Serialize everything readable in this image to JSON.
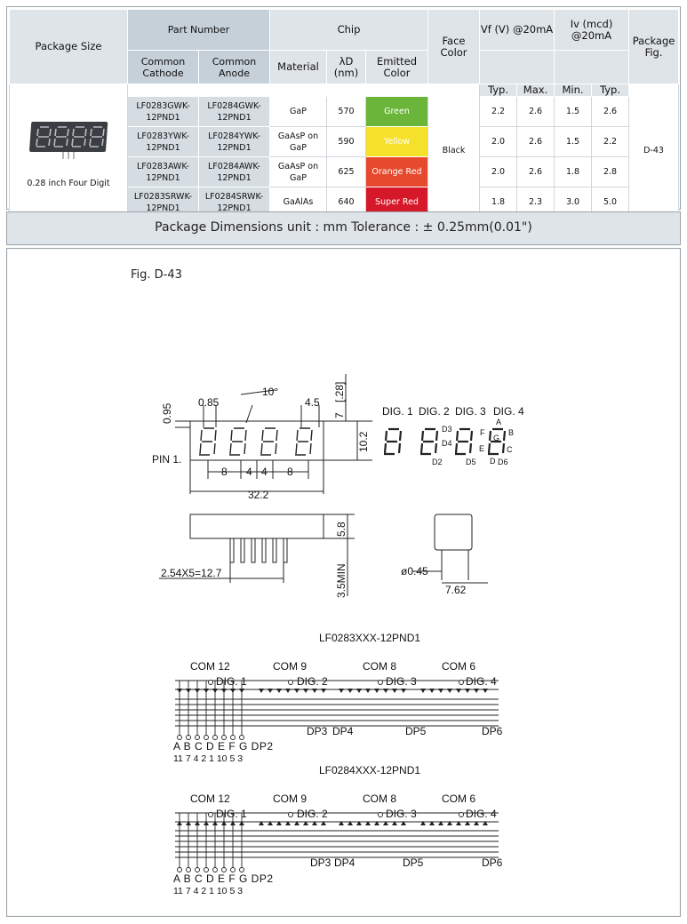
{
  "spec_table": {
    "header": {
      "package_size": "Package Size",
      "part_number": "Part Number",
      "common_cathode": "Common Cathode",
      "common_anode": "Common Anode",
      "chip": "Chip",
      "material": "Material",
      "lambda_d": "λD (nm)",
      "emitted_color": "Emitted Color",
      "face_color": "Face Color",
      "vf": "Vf (V) @20mA",
      "iv": "Iv (mcd) @20mA",
      "package_fig": "Package Fig.",
      "typ": "Typ.",
      "max": "Max.",
      "min": "Min.",
      "typ2": "Typ."
    },
    "package_caption": "0.28 inch Four Digit",
    "face_color_value": "Black",
    "package_fig_value": "D-43",
    "rows": [
      {
        "cathode": "LF0283GWK-12PND1",
        "anode": "LF0284GWK-12PND1",
        "material": "GaP",
        "lambda": "570",
        "color": "Green",
        "vf_typ": "2.2",
        "vf_max": "2.6",
        "iv_min": "1.5",
        "iv_typ": "2.6"
      },
      {
        "cathode": "LF0283YWK-12PND1",
        "anode": "LF0284YWK-12PND1",
        "material": "GaAsP on GaP",
        "lambda": "590",
        "color": "Yellow",
        "vf_typ": "2.0",
        "vf_max": "2.6",
        "iv_min": "1.5",
        "iv_typ": "2.2"
      },
      {
        "cathode": "LF0283AWK-12PND1",
        "anode": "LF0284AWK-12PND1",
        "material": "GaAsP on GaP",
        "lambda": "625",
        "color": "Orange Red",
        "vf_typ": "2.0",
        "vf_max": "2.6",
        "iv_min": "1.8",
        "iv_typ": "2.8"
      },
      {
        "cathode": "LF0283SRWK-12PND1",
        "anode": "LF0284SRWK-12PND1",
        "material": "GaAlAs",
        "lambda": "640",
        "color": "Super Red",
        "vf_typ": "1.8",
        "vf_max": "2.3",
        "iv_min": "3.0",
        "iv_typ": "5.0"
      }
    ],
    "colors": {
      "green": "#6bb53a",
      "yellow": "#f6e12a",
      "orange_red": "#e6492d",
      "super_red": "#d6192a",
      "header_bg": "#dfe4e8"
    }
  },
  "dimensions_bar": "Package Dimensions   unit : mm  Tolerance : ± 0.25mm(0.01\")",
  "drawing": {
    "fig_label": "Fig. D-43",
    "dims": {
      "d095": "0.95",
      "d085": "0.85",
      "angle": "10°",
      "d45": "4.5",
      "d7": "7",
      "d028": "[.28]",
      "d102": "10.2",
      "pin1": "PIN 1.",
      "d8a": "8",
      "d4a": "4",
      "d4b": "4",
      "d8b": "8",
      "d322": "32.2",
      "d58": "5.8",
      "pitch": "2.54X5=12.7",
      "d35min": "3.5MIN",
      "d045": "ø0.45",
      "d762": "7.62"
    },
    "digits": {
      "d1": "DIG. 1",
      "d2": "DIG. 2",
      "d3": "DIG. 3",
      "d4": "DIG. 4"
    },
    "seg_labels": {
      "a": "A",
      "b": "B",
      "c": "C",
      "d": "D",
      "e": "E",
      "f": "F",
      "g": "G",
      "d3": "D3",
      "d4": "D4",
      "d2": "D2",
      "d5": "D5",
      "d6": "D6"
    },
    "schematic_cathode": {
      "title": "LF0283XXX-12PND1",
      "coms": [
        "COM 12",
        "COM 9",
        "COM 8",
        "COM 6"
      ],
      "digs": [
        "DIG. 1",
        "DIG. 2",
        "DIG. 3",
        "DIG. 4"
      ],
      "dps": [
        "DP3",
        "DP4",
        "DP5",
        "DP6"
      ],
      "pins_letters": "A B C D E  F G DP2",
      "pins_numbers": "11 7  4  2  1 10 5  3"
    },
    "schematic_anode": {
      "title": "LF0284XXX-12PND1",
      "coms": [
        "COM 12",
        "COM 9",
        "COM 8",
        "COM 6"
      ],
      "digs": [
        "DIG. 1",
        "DIG. 2",
        "DIG. 3",
        "DIG. 4"
      ],
      "dps": [
        "DP3",
        "DP4",
        "DP5",
        "DP6"
      ],
      "pins_letters": "A B C D E  F G DP2",
      "pins_numbers": "11 7  4  2  1 10 5  3"
    }
  }
}
